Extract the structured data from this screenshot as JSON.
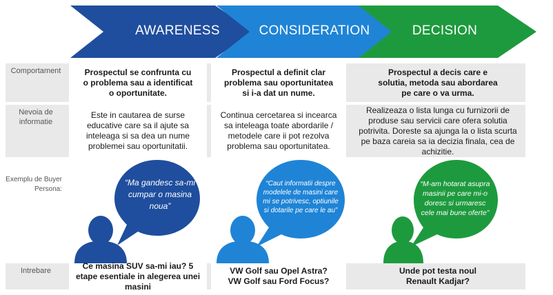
{
  "stages": [
    {
      "name": "AWARENESS",
      "color": "#1f4e9e"
    },
    {
      "name": "CONSIDERATION",
      "color": "#1f84d6"
    },
    {
      "name": "DECISION",
      "color": "#1e9a3e"
    }
  ],
  "rows": {
    "comportament": {
      "label": "Comportament",
      "cells": [
        "Prospectul se confrunta cu o problema sau a identificat o oportunitate.",
        "Prospectul a definit clar problema sau oportunitatea si i-a dat un nume.",
        "Prospectul a decis care e solutia, metoda sau abordarea pe care o va urma."
      ]
    },
    "nevoia": {
      "label": "Nevoia de informatie",
      "cells": [
        "Este in cautarea de surse educative care sa il ajute sa inteleaga si sa dea un nume problemei sau oportunitatii.",
        "Continua cercetarea si incearca sa inteleaga toate abordarile / metodele care ii pot rezolva problema sau oportunitatea.",
        "Realizeaza o lista lunga cu furnizorii de produse sau servicii care ofera solutia potrivita. Doreste sa ajunga la o lista scurta pe baza careia sa ia decizia finala, cea de achizitie."
      ]
    },
    "persona": {
      "label": "Exemplu de Buyer Persona:",
      "quotes": [
        "“Ma gandesc sa-mi cumpar o masina noua”",
        "“Caut informatii despre modelele de masini care mi se potrivesc, optiunile si dotarile pe care le au”",
        "“M-am hotarat asupra masinii pe care mi-o doresc si urmaresc cele mai bune oferte”"
      ],
      "icons": [
        "person-silhouette-icon",
        "speech-bubble-icon"
      ]
    },
    "intrebare": {
      "label": "Intrebare",
      "cells": [
        "Ce masina SUV sa-mi iau? 5 etape esentiale in alegerea unei masini",
        "VW Golf sau Opel Astra? VW Golf sau Ford Focus?",
        "Unde pot testa noul Renault Kadjar?"
      ]
    }
  }
}
